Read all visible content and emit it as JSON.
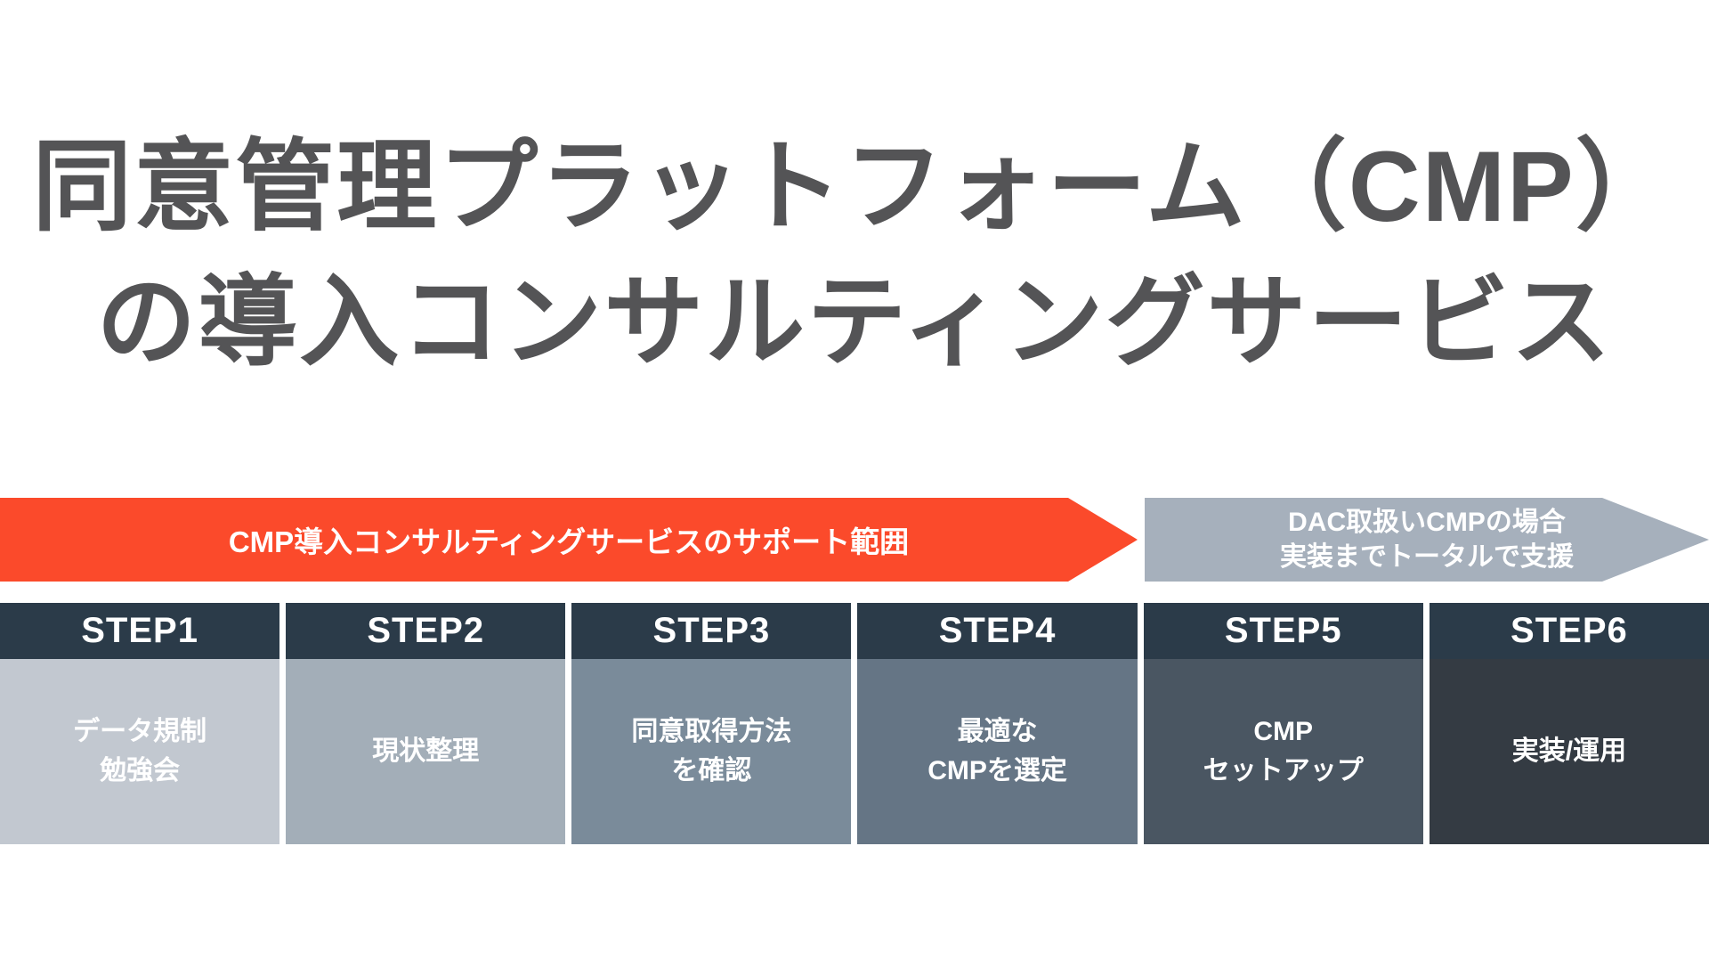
{
  "title": {
    "line1": "同意管理プラットフォーム（CMP）",
    "line2": "の導入コンサルティングサービス"
  },
  "banners": {
    "support_scope": {
      "label": "CMP導入コンサルティングサービスのサポート範囲",
      "color": "#FB4A2B"
    },
    "dac_support": {
      "line1": "DAC取扱いCMPの場合",
      "line2": "実装までトータルで支援",
      "color": "#A6B0BC"
    }
  },
  "steps": [
    {
      "label": "STEP1",
      "body_line1": "データ規制",
      "body_line2": "勉強会",
      "body_color": "#C2C8D0"
    },
    {
      "label": "STEP2",
      "body_line1": "現状整理",
      "body_line2": "",
      "body_color": "#A3AEB8"
    },
    {
      "label": "STEP3",
      "body_line1": "同意取得方法",
      "body_line2": "を確認",
      "body_color": "#7A8B9A"
    },
    {
      "label": "STEP4",
      "body_line1": "最適な",
      "body_line2": "CMPを選定",
      "body_color": "#657585"
    },
    {
      "label": "STEP5",
      "body_line1": "CMP",
      "body_line2": "セットアップ",
      "body_color": "#4A5662"
    },
    {
      "label": "STEP6",
      "body_line1": "実装/運用",
      "body_line2": "",
      "body_color": "#343B43"
    }
  ],
  "colors": {
    "step_header_bg": "#2B3B49",
    "title_text": "#545456",
    "step_text": "#FFFFFF",
    "background": "#FFFFFF"
  }
}
